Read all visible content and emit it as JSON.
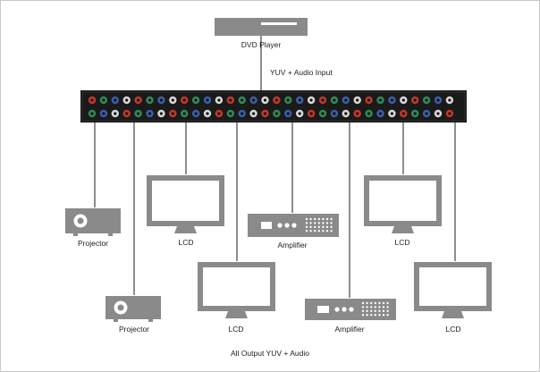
{
  "source": {
    "label": "DVD Player"
  },
  "input_label": "YUV + Audio Input",
  "output_label": "All Output YUV + Audio",
  "devices": [
    {
      "type": "projector",
      "label": "Projector"
    },
    {
      "type": "projector",
      "label": "Projector"
    },
    {
      "type": "lcd",
      "label": "LCD"
    },
    {
      "type": "lcd",
      "label": "LCD"
    },
    {
      "type": "amplifier",
      "label": "Amplifier"
    },
    {
      "type": "amplifier",
      "label": "Amplifier"
    },
    {
      "type": "lcd",
      "label": "LCD"
    },
    {
      "type": "lcd",
      "label": "LCD"
    }
  ],
  "colors": {
    "device_gray": "#8a8a8a",
    "screen_white": "#ffffff",
    "line": "#1e1e1e",
    "panel": "#1a1a1a",
    "jack_red": "#c0392b",
    "jack_green": "#2e8b57",
    "jack_blue": "#3a5fa8",
    "jack_white": "#d8d8d8"
  }
}
